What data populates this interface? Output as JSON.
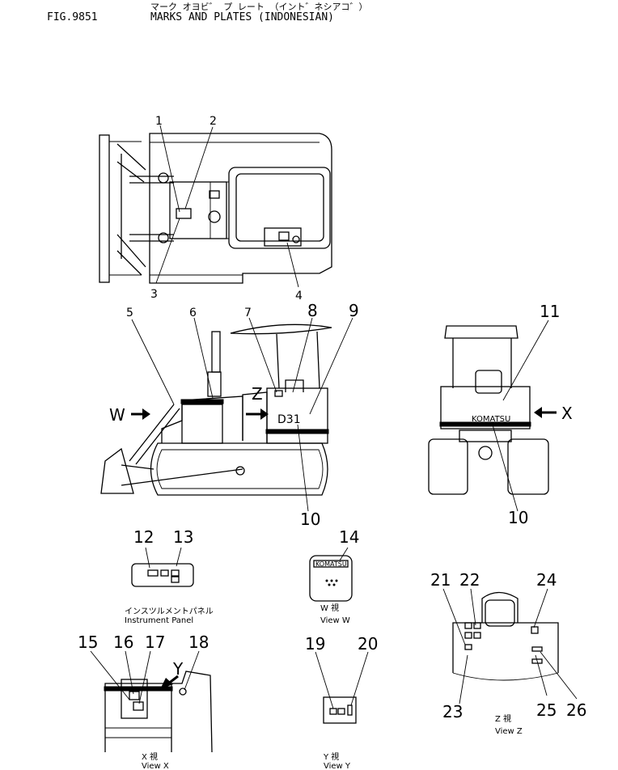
{
  "header": {
    "fig": "FIG.9851",
    "title_jp": "マーク オヨビ゛ プ レート （イント゛ネシアコ゛）",
    "title_en": "MARKS AND PLATES (INDONESIAN)"
  },
  "callouts": [
    "1",
    "2",
    "3",
    "4",
    "5",
    "6",
    "7",
    "8",
    "9",
    "10",
    "10",
    "11",
    "12",
    "13",
    "14",
    "15",
    "16",
    "17",
    "18",
    "19",
    "20",
    "21",
    "22",
    "23",
    "24",
    "25",
    "26"
  ],
  "view_arrows": {
    "w": "W",
    "x": "X",
    "y": "Y",
    "z": "Z"
  },
  "machine_text": {
    "model": "D31",
    "brand": "KOMATSU",
    "brand_w": "KOMATSU"
  },
  "captions": {
    "instrument_jp": "インスツルメントパネル",
    "instrument_en": "Instrument  Panel",
    "view_w_jp": "W  視",
    "view_w_en": "View  W",
    "view_x_jp": "X  視",
    "view_x_en": "View  X",
    "view_y_jp": "Y  視",
    "view_y_en": "View  Y",
    "view_z_jp": "Z  視",
    "view_z_en": "View  Z"
  }
}
